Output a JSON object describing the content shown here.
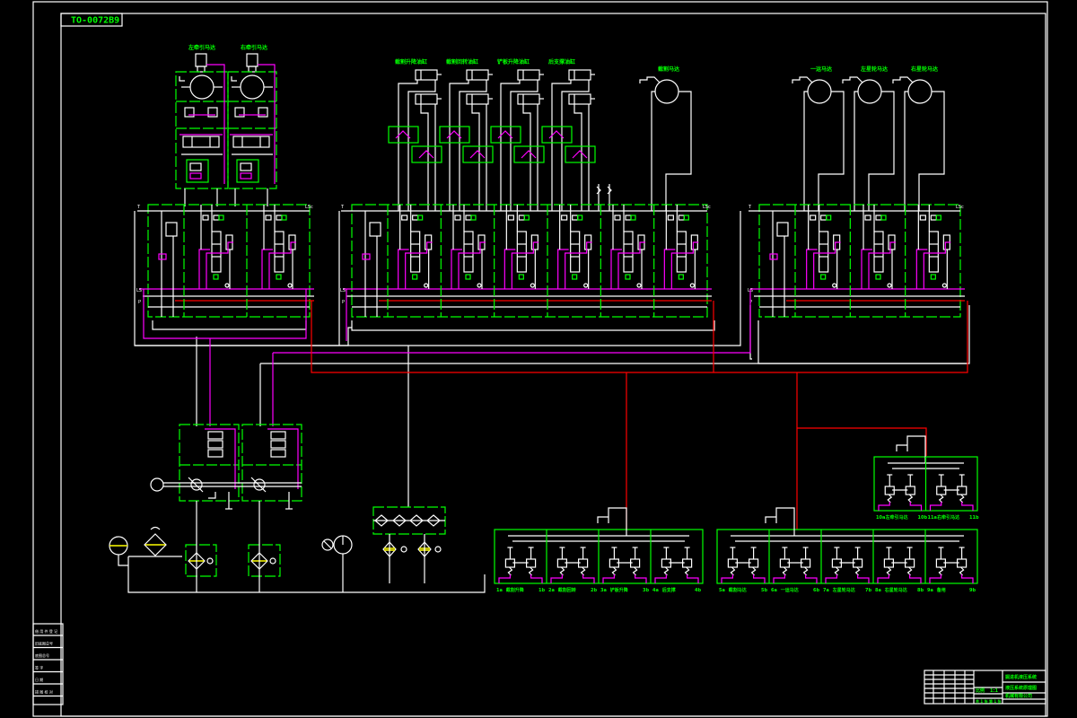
{
  "drawing": {
    "number_tag": "TO-0072B9",
    "colors": {
      "background": "#000000",
      "outline": "#ffffff",
      "group_boundary": "#00ff00",
      "pilot_line": "#ff00ff",
      "pressure_line": "#ff0000",
      "filter_element": "#ffff00",
      "label_text": "#00ff00"
    }
  },
  "actuators": {
    "traction_motors": [
      {
        "label": "左牵引马达"
      },
      {
        "label": "右牵引马达"
      }
    ],
    "cylinders": [
      {
        "label": "截割升降油缸"
      },
      {
        "label": "截割回转油缸"
      },
      {
        "label": "铲板升降油缸"
      },
      {
        "label": "后支撑油缸"
      }
    ],
    "motor_single": {
      "label": "截割马达"
    },
    "motors_right": [
      {
        "label": "一运马达"
      },
      {
        "label": "左星轮马达"
      },
      {
        "label": "右星轮马达"
      }
    ]
  },
  "manifolds": {
    "left": {
      "sections": 2,
      "port_labels": {
        "t": "T",
        "p": "P",
        "ls": "LS",
        "top_right": "LSc"
      }
    },
    "center": {
      "sections": 6,
      "port_labels": {
        "t": "T",
        "p": "P",
        "ls": "LS",
        "top_right": "LSc"
      }
    },
    "right": {
      "sections": 3,
      "port_labels": {
        "t": "T",
        "p": "P",
        "ls": "LS",
        "top_right": "LSc"
      }
    }
  },
  "pilot_valve_banks": {
    "bank_a": {
      "items": [
        {
          "a": "1a",
          "label": "截割升降",
          "b": "1b"
        },
        {
          "a": "2a",
          "label": "截割回转",
          "b": "2b"
        },
        {
          "a": "3a",
          "label": "铲板升降",
          "b": "3b"
        },
        {
          "a": "4a",
          "label": "后支撑",
          "b": "4b"
        }
      ]
    },
    "bank_b": {
      "items": [
        {
          "a": "5a",
          "label": "截割马达",
          "b": "5b"
        },
        {
          "a": "6a",
          "label": "一运马达",
          "b": "6b"
        },
        {
          "a": "7a",
          "label": "左星轮马达",
          "b": "7b"
        },
        {
          "a": "8a",
          "label": "右星轮马达",
          "b": "8b"
        },
        {
          "a": "9a",
          "label": "备用",
          "b": "9b"
        }
      ]
    },
    "bank_c": {
      "items": [
        {
          "a": "10a",
          "label": "左牵引马达",
          "b": "10b"
        },
        {
          "a": "11a",
          "label": "右牵引马达",
          "b": "11b"
        }
      ]
    }
  },
  "title_block": {
    "left_column": [
      "借 用 件 登 记",
      "旧底图总号",
      "底图总号",
      "签 字",
      "日 期",
      "描 图 校 对"
    ],
    "bottom_right": {
      "project": "掘进机液压系统",
      "drawing_name": "液压系统原理图",
      "scale_label": "比例",
      "scale_value": "1:1",
      "sheet": "共 1 张 第 1 张",
      "company": "机械有限公司"
    }
  }
}
